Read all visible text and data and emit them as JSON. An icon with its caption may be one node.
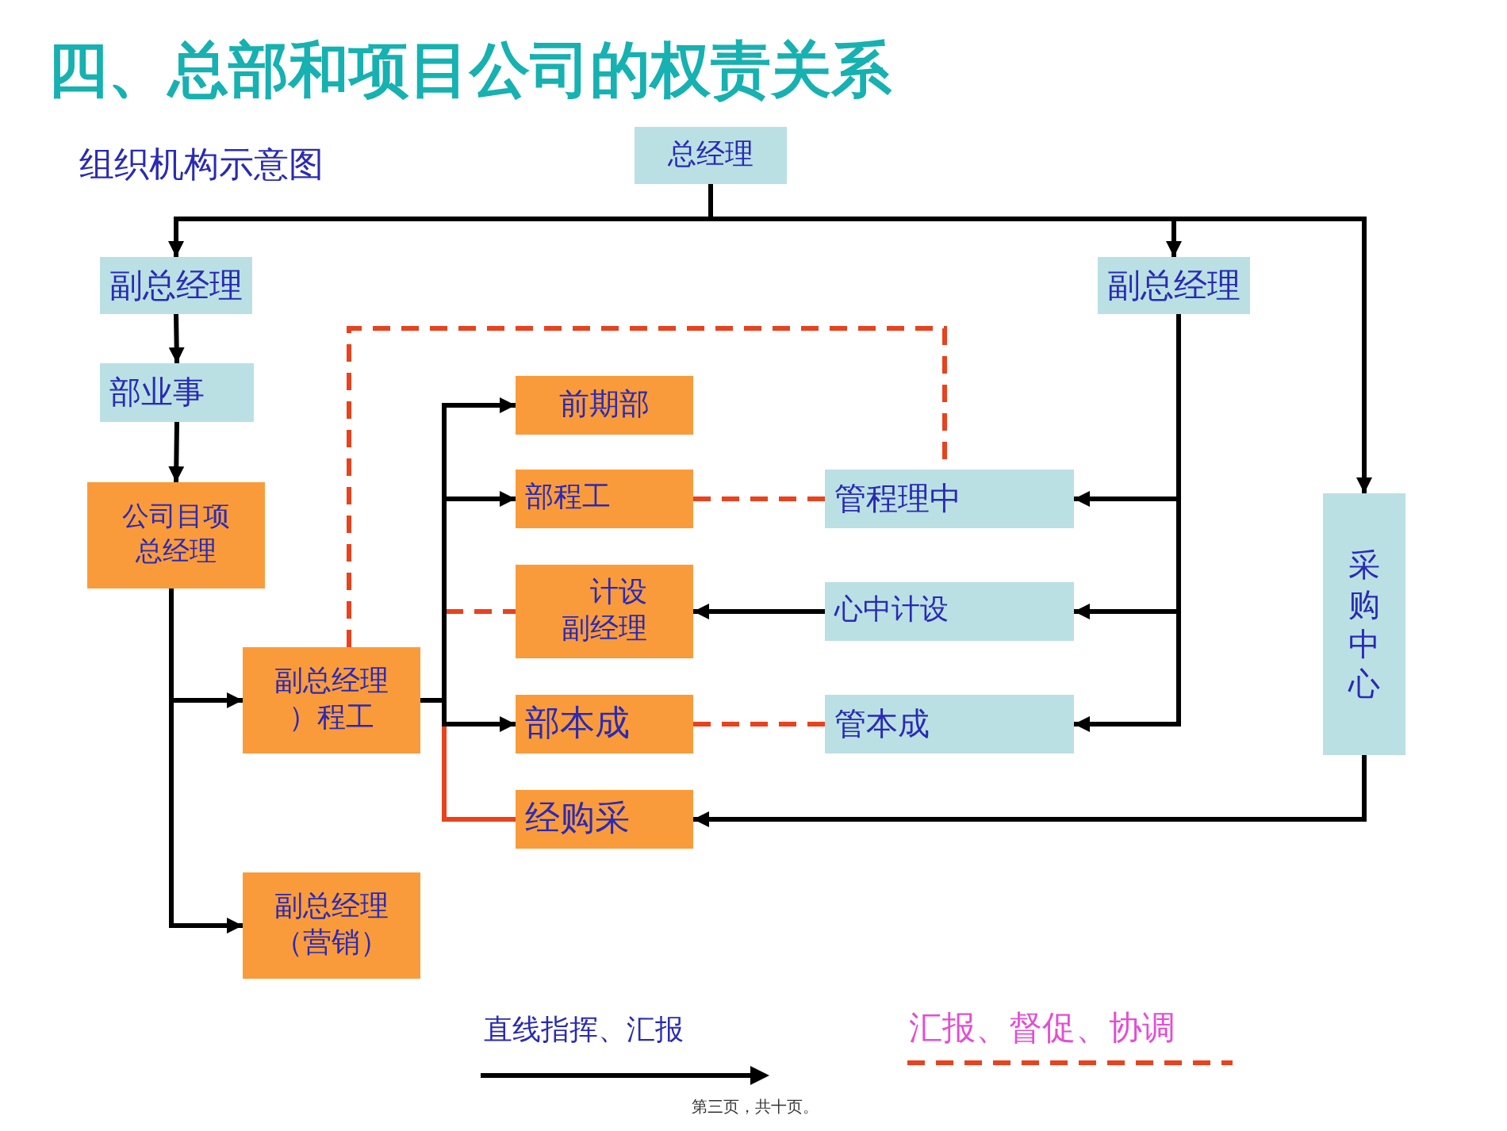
{
  "diagram": {
    "title": "四、总部和项目公司的权责关系",
    "nodes": [
      {
        "text": [
          "总经理"
        ]
      },
      {
        "text": [
          "副总经理"
        ]
      },
      {
        "text": [
          "副总经理"
        ]
      },
      {
        "text": [
          "部业事"
        ]
      },
      {
        "text": [
          "前期部"
        ]
      },
      {
        "text": [
          "公司目项总经理"
        ]
      },
      {
        "text": [
          "部程工"
        ]
      },
      {
        "text": [
          "管程理中"
        ]
      },
      {
        "text": [
          "采购中心"
        ]
      },
      {
        "text": [
          "计设副经理"
        ]
      },
      {
        "text": [
          "心中计设"
        ]
      },
      {
        "text": [
          "副总经理）程工"
        ]
      },
      {
        "text": [
          "部本成"
        ]
      },
      {
        "text": [
          "管本成"
        ]
      },
      {
        "text": [
          "经购采"
        ]
      },
      {
        "text": [
          "副总经理（营销）"
        ]
      }
    ],
    "edges": [
      {
        "from": 0,
        "to": 1,
        "arrow": "to"
      },
      {
        "from": 0,
        "to": 2,
        "arrow": "to"
      },
      {
        "from": 0,
        "to": 8,
        "arrow": "to"
      },
      {
        "from": 1,
        "to": 3,
        "arrow": "to"
      },
      {
        "from": 3,
        "to": 5,
        "arrow": "to"
      },
      {
        "from": 5,
        "to": 11,
        "arrow": "to"
      },
      {
        "from": 5,
        "to": 15,
        "arrow": "to"
      },
      {
        "from": 11,
        "to": 4,
        "arrow": "to"
      },
      {
        "from": 11,
        "to": 6,
        "arrow": "to"
      },
      {
        "from": 11,
        "to": 12,
        "arrow": "to"
      },
      {
        "from": 11,
        "to": 14,
        "arrow": "none",
        "color": "#e8421e"
      },
      {
        "from": 11,
        "to": 9,
        "arrow": "none",
        "style": "dashed",
        "color": "#e8421e"
      },
      {
        "from": 11,
        "to": 7,
        "arrow": "none",
        "style": "dashed",
        "color": "#e8421e"
      },
      {
        "from": 6,
        "to": 7,
        "arrow": "none",
        "style": "dashed",
        "color": "#e8421e"
      },
      {
        "from": 2,
        "to": 7,
        "arrow": "to"
      },
      {
        "from": 2,
        "to": 10,
        "arrow": "to"
      },
      {
        "from": 2,
        "to": 13,
        "arrow": "to"
      },
      {
        "from": 10,
        "to": 9,
        "arrow": "to"
      },
      {
        "from": 12,
        "to": 13,
        "arrow": "none",
        "style": "dashed",
        "color": "#e8421e"
      },
      {
        "from": 8,
        "to": 14,
        "arrow": "to"
      }
    ],
    "labels": [
      "组织机构示意图",
      "第三页，共十页。"
    ],
    "legend": [
      {
        "text": "直线指挥、汇报"
      },
      {
        "text": "汇报、督促、协调"
      }
    ]
  }
}
